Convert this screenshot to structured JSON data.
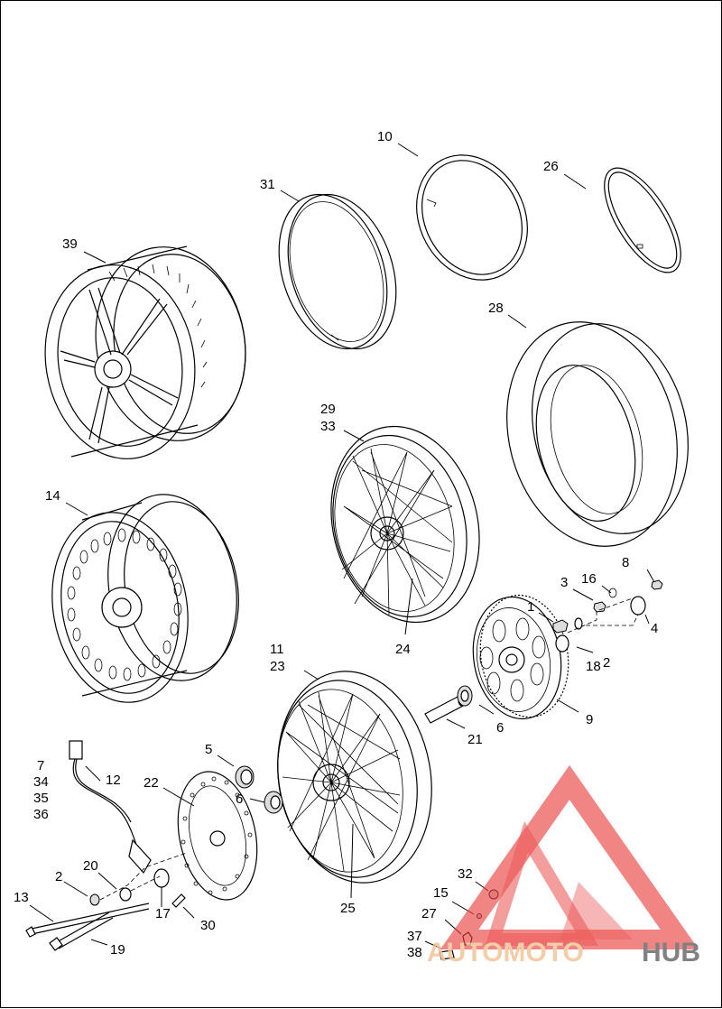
{
  "diagram": {
    "callouts": [
      {
        "id": "c10",
        "text": "10"
      },
      {
        "id": "c26",
        "text": "26"
      },
      {
        "id": "c31",
        "text": "31"
      },
      {
        "id": "c39",
        "text": "39"
      },
      {
        "id": "c28",
        "text": "28"
      },
      {
        "id": "c29",
        "text": "29"
      },
      {
        "id": "c33",
        "text": "33"
      },
      {
        "id": "c14",
        "text": "14"
      },
      {
        "id": "c8",
        "text": "8"
      },
      {
        "id": "c3a",
        "text": "3"
      },
      {
        "id": "c16a",
        "text": "16"
      },
      {
        "id": "c1",
        "text": "1"
      },
      {
        "id": "c4",
        "text": "4"
      },
      {
        "id": "c24",
        "text": "24"
      },
      {
        "id": "c18",
        "text": "18"
      },
      {
        "id": "c2a",
        "text": "2"
      },
      {
        "id": "c11",
        "text": "11"
      },
      {
        "id": "c23",
        "text": "23"
      },
      {
        "id": "c9",
        "text": "9"
      },
      {
        "id": "c6a",
        "text": "6"
      },
      {
        "id": "c21",
        "text": "21"
      },
      {
        "id": "c5",
        "text": "5"
      },
      {
        "id": "c7",
        "text": "7"
      },
      {
        "id": "c34",
        "text": "34"
      },
      {
        "id": "c35",
        "text": "35"
      },
      {
        "id": "c36",
        "text": "36"
      },
      {
        "id": "c12",
        "text": "12"
      },
      {
        "id": "c22",
        "text": "22"
      },
      {
        "id": "c6b",
        "text": "6"
      },
      {
        "id": "c2b",
        "text": "2"
      },
      {
        "id": "c20",
        "text": "20"
      },
      {
        "id": "c13",
        "text": "13"
      },
      {
        "id": "c17",
        "text": "17"
      },
      {
        "id": "c30",
        "text": "30"
      },
      {
        "id": "c19",
        "text": "19"
      },
      {
        "id": "c25",
        "text": "25"
      },
      {
        "id": "c32",
        "text": "32"
      },
      {
        "id": "c15",
        "text": "15"
      },
      {
        "id": "c27",
        "text": "27"
      },
      {
        "id": "c37",
        "text": "37"
      },
      {
        "id": "c38",
        "text": "38"
      }
    ]
  },
  "watermark": {
    "brand_part1": "AUTOMOTO",
    "brand_part2": "HUB",
    "accent_color": "#e8403f",
    "text_color_light": "#f3c59a",
    "text_color_dark": "#6c6c6c"
  }
}
